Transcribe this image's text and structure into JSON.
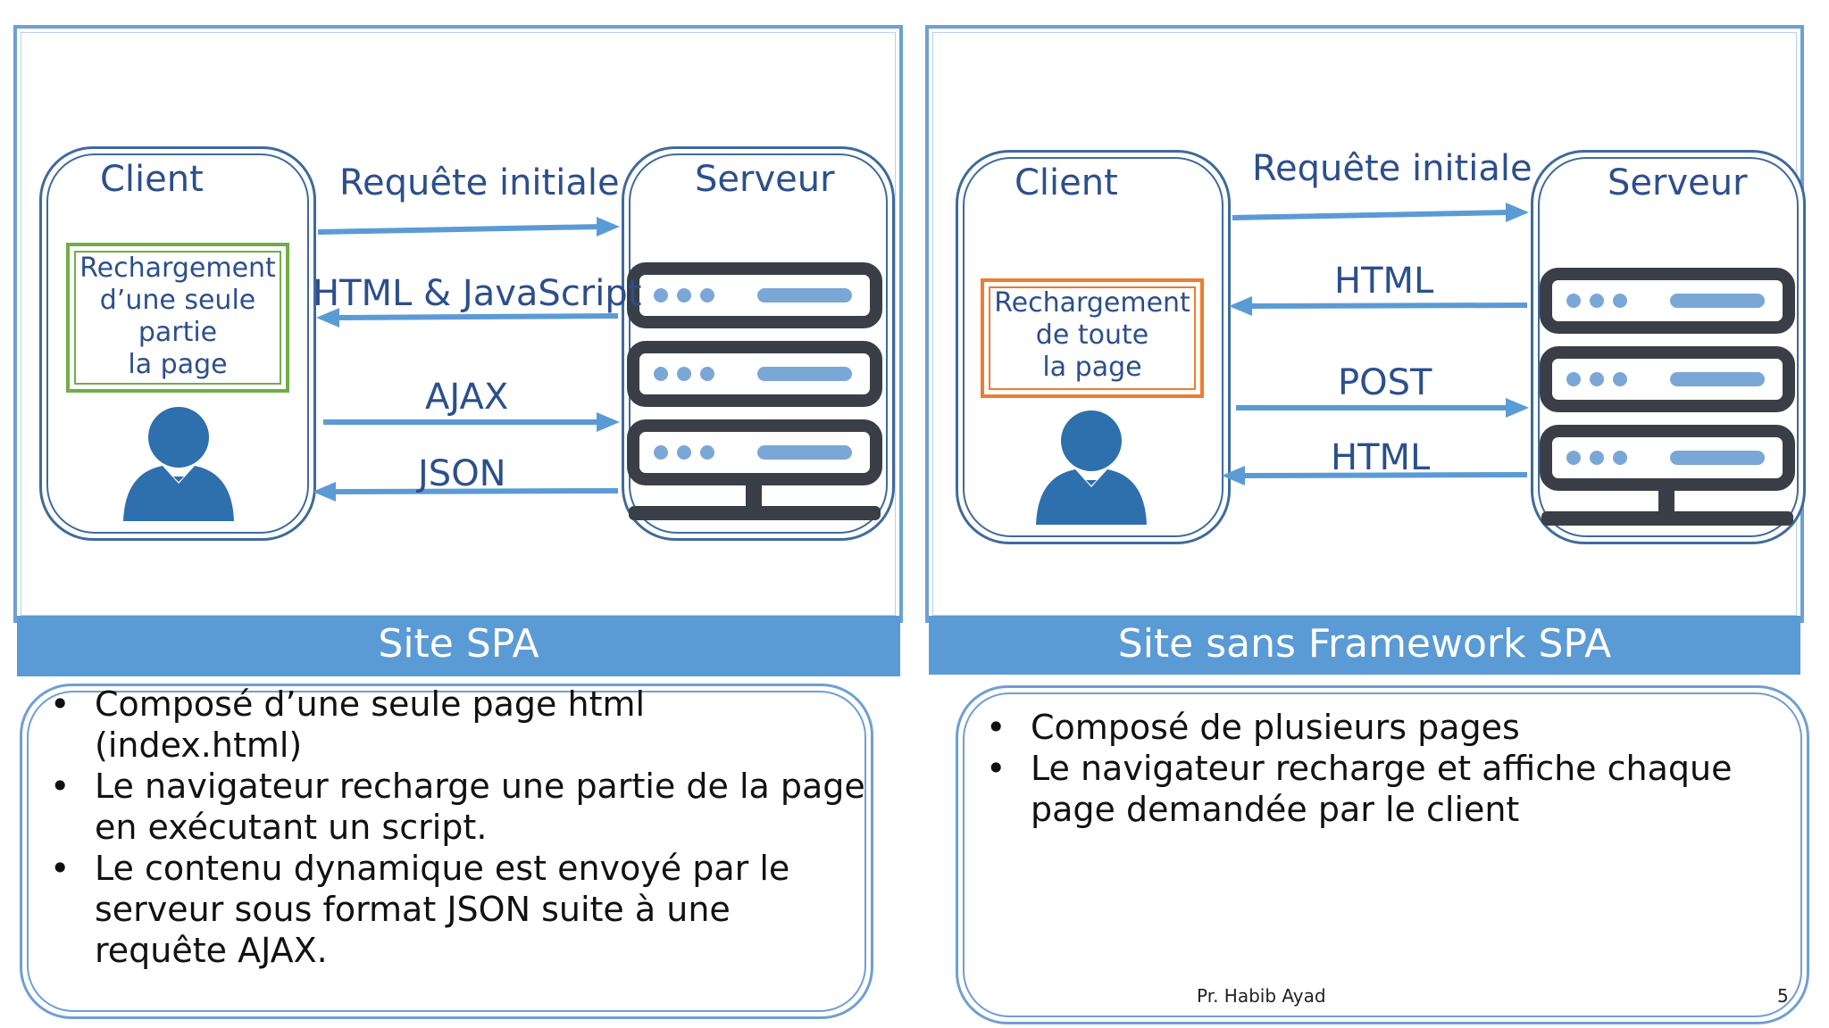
{
  "left": {
    "client_label": "Client",
    "server_label": "Serveur",
    "reload_lines": [
      "Rechargement",
      "d’une seule",
      "partie",
      "la page"
    ],
    "arrows": {
      "a1": "Requête initiale",
      "a2": "HTML & JavaScript",
      "a3": "AJAX",
      "a4": "JSON"
    },
    "title": "Site SPA",
    "bullets": [
      [
        "Composé d’une seule page html",
        "(index.html)"
      ],
      [
        "Le navigateur recharge une partie de la page",
        "en exécutant un script."
      ],
      [
        "Le contenu dynamique est envoyé par le",
        "serveur sous format JSON suite à une",
        "requête AJAX."
      ]
    ]
  },
  "right": {
    "client_label": "Client",
    "server_label": "Serveur",
    "reload_lines": [
      "Rechargement",
      "de toute",
      "la page"
    ],
    "arrows": {
      "a1": "Requête initiale",
      "a2": "HTML",
      "a3": "POST",
      "a4": "HTML"
    },
    "title": "Site sans Framework SPA",
    "bullets": [
      [
        "Composé de plusieurs pages"
      ],
      [
        "Le navigateur recharge et affiche chaque",
        "page demandée par le client"
      ]
    ]
  },
  "footer": {
    "author": "Pr. Habib Ayad",
    "page_number": "5"
  },
  "colors": {
    "accent": "#5b9bd5",
    "text_blue": "#2c4f8c",
    "server": "#3a3f47",
    "green": "#70ad47",
    "orange": "#ed7d31"
  },
  "icons": [
    "user-icon",
    "server-rack-icon",
    "arrow-right-icon",
    "arrow-left-icon"
  ]
}
